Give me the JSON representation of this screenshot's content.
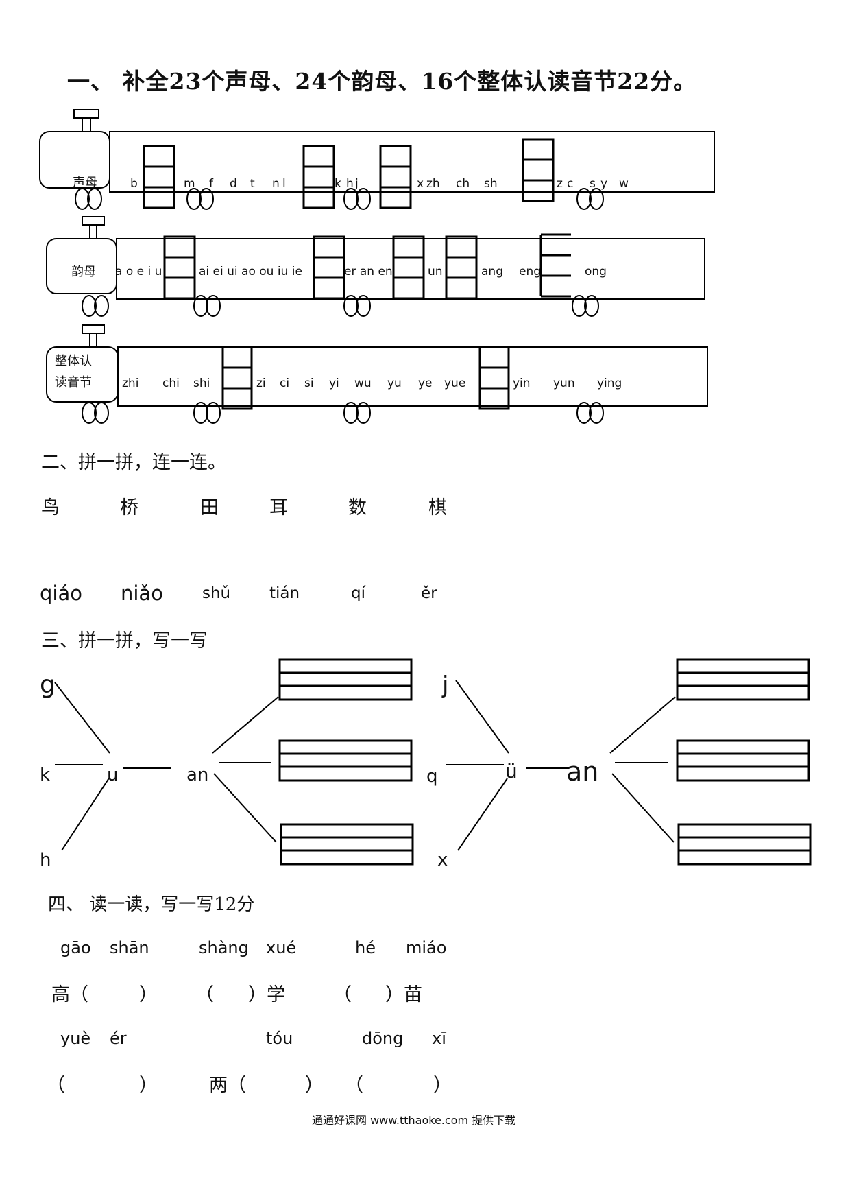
{
  "section1": {
    "title": "一、 补全23个声母、24个韵母、16个整体认读音节22分。",
    "train1": {
      "cabin": "声母",
      "items": [
        "b",
        "m",
        "f",
        "d",
        "t",
        "n",
        "l",
        "k",
        "h",
        "j",
        "x",
        "zh",
        "ch",
        "sh",
        "z",
        "c",
        "s",
        "y",
        "w"
      ]
    },
    "train2": {
      "cabin": "韵母",
      "items": [
        "a o e i u",
        "ai ei ui ao ou iu ie",
        "er an en",
        "un",
        "ang",
        "eng",
        "ong"
      ]
    },
    "train3": {
      "cabin_line1": "整体认",
      "cabin_line2": "读音节",
      "items": [
        "zhi",
        "chi",
        "shi",
        "zi",
        "ci",
        "si",
        "yi",
        "wu",
        "yu",
        "ye",
        "yue",
        "yin",
        "yun",
        "ying"
      ]
    }
  },
  "section2": {
    "title": "二、拼一拼，连一连。",
    "characters": [
      "鸟",
      "桥",
      "田",
      "耳",
      "数",
      "棋"
    ],
    "pinyin": [
      "qiáo",
      "niǎo",
      "shǔ",
      "tián",
      "qí",
      "ěr"
    ]
  },
  "section3": {
    "title": "三、拼一拼，写一写",
    "left": {
      "initials": [
        "g",
        "k",
        "h"
      ],
      "medial": "u",
      "final": "an"
    },
    "right": {
      "initials": [
        "j",
        "q",
        "x"
      ],
      "medial": "ü",
      "final": "an"
    }
  },
  "section4": {
    "title": "四、 读一读，写一写12分",
    "row1_pinyin": [
      "gāo",
      "shān",
      "shàng",
      "xué",
      "hé",
      "miáo"
    ],
    "row1_blanks": [
      "高（",
      "）",
      "（",
      "）学",
      "（",
      "）苗"
    ],
    "row2_pinyin": [
      "yuè",
      "ér",
      "tóu",
      "dōng",
      "xī"
    ],
    "row2_blanks": [
      "（",
      "）",
      "两（",
      "）",
      "（",
      "）"
    ]
  },
  "footer": "通通好课网 www.tthaoke.com 提供下载"
}
